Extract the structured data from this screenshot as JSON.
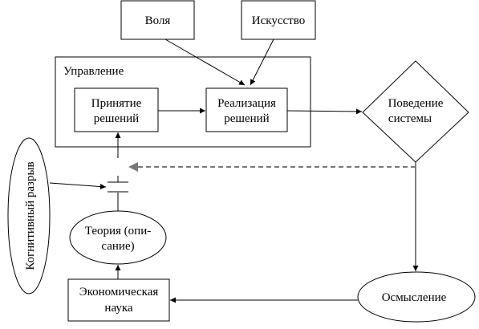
{
  "nodes": {
    "volya": "Воля",
    "iskusstvo": "Искусство",
    "upravlenie": "Управление",
    "prinyatie": [
      "Принятие",
      "решений"
    ],
    "realizatsiya": [
      "Реализация",
      "решений"
    ],
    "povedenie": [
      "Поведение",
      "системы"
    ],
    "kognitivny": "Когнитивный разрыв",
    "teoriya": [
      "Теория (опи-",
      "сание)"
    ],
    "ekonomicheskaya": [
      "Экономическая",
      "наука"
    ],
    "osmyslenie": "Осмысление"
  }
}
